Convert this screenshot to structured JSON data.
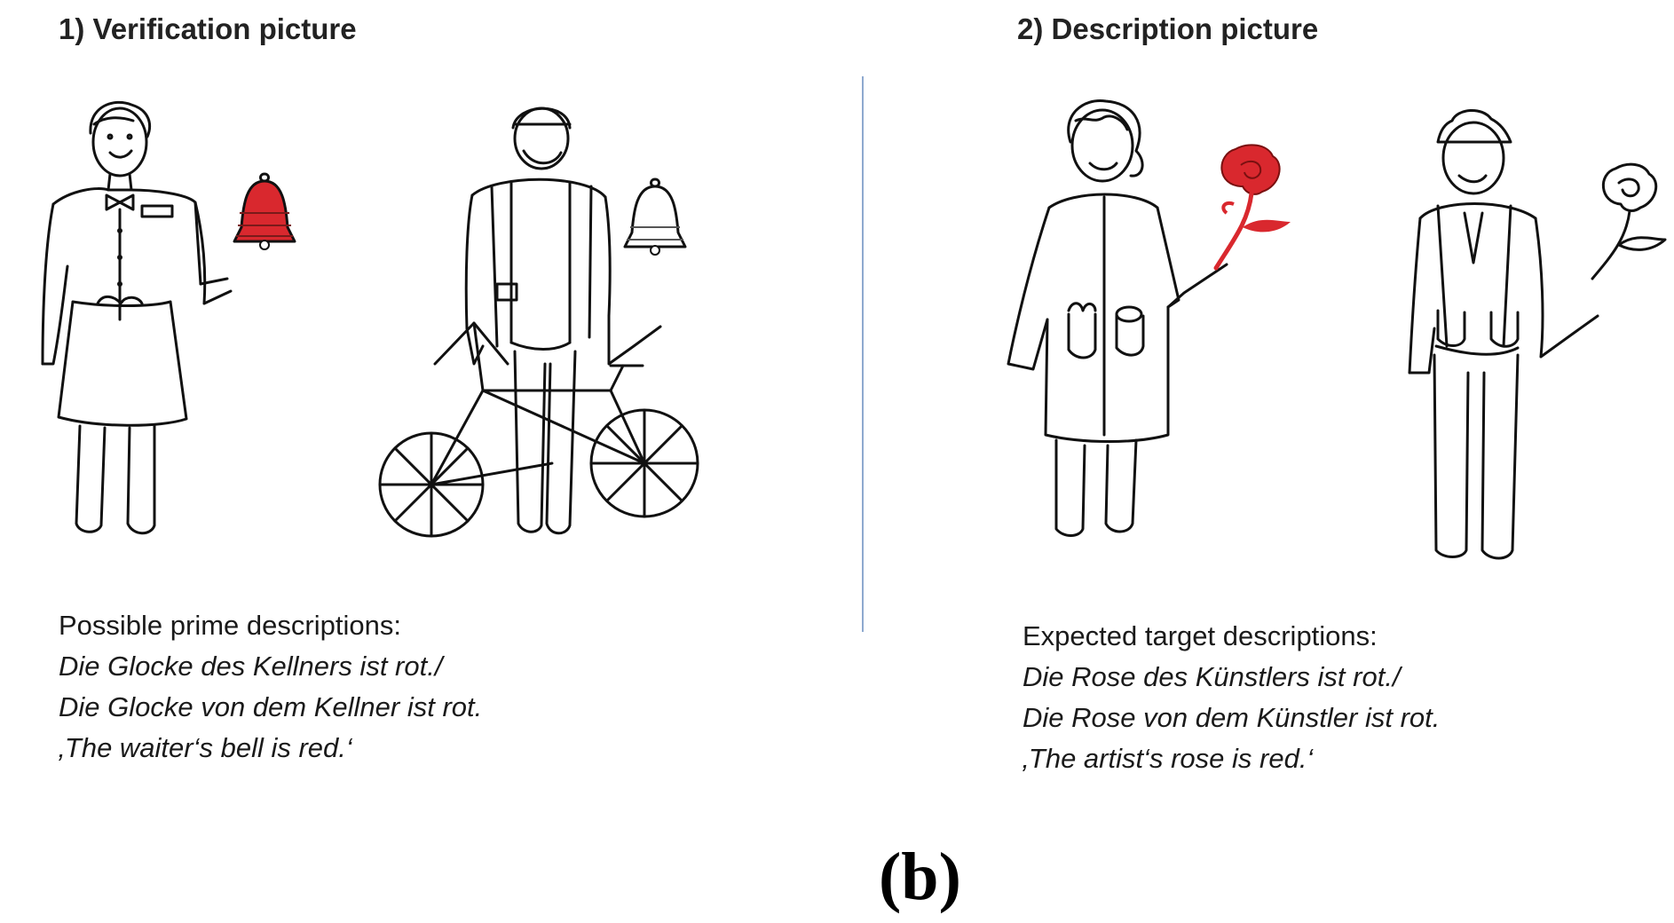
{
  "panels": [
    {
      "title": "1) Verification picture",
      "descriptions": {
        "heading": "Possible prime descriptions:",
        "german_genitive": "Die Glocke des Kellners ist rot./",
        "german_von": "Die Glocke von dem Kellner ist rot.",
        "english": "‚The waiter‘s bell is red.‘"
      },
      "figures": [
        {
          "role": "waiter",
          "object": "bell",
          "object_color": "#d9282e"
        },
        {
          "role": "cyclist",
          "object": "bell",
          "object_color": "#ffffff"
        }
      ]
    },
    {
      "title": "2) Description picture",
      "descriptions": {
        "heading": "Expected target descriptions:",
        "german_genitive": "Die Rose des Künstlers ist rot./",
        "german_von": "Die Rose von dem Künstler ist rot.",
        "english": "‚The artist‘s rose is red.‘"
      },
      "figures": [
        {
          "role": "artist",
          "object": "rose",
          "object_color": "#d9282e"
        },
        {
          "role": "gardener",
          "object": "rose",
          "object_color": "#ffffff"
        }
      ]
    }
  ],
  "caption": "(b)"
}
